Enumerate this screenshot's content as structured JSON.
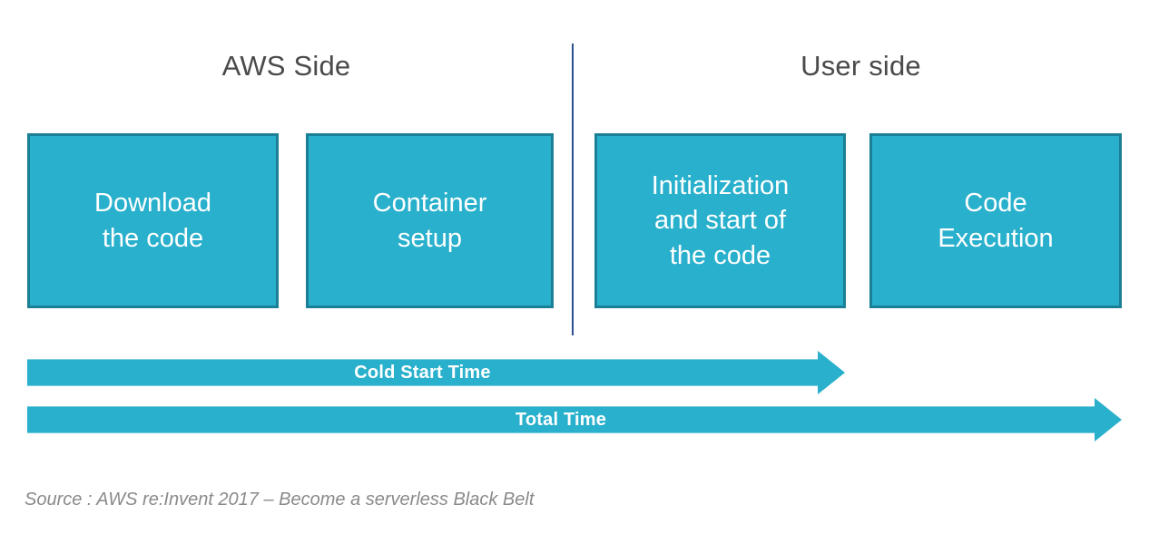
{
  "diagram": {
    "title_left": "AWS Side",
    "title_right": "User side",
    "divider_color": "#2c4f91",
    "box_fill_color": "#29b0cc",
    "box_border_color": "#1b7f95",
    "box_text_color": "#ffffff",
    "arrow_color": "#29b0cc",
    "header_text_color": "#4a4a4a",
    "caption_text_color": "#8a8a8a"
  },
  "stages": [
    {
      "label": "Download\nthe code",
      "side": "AWS Side"
    },
    {
      "label": "Container\nsetup",
      "side": "AWS Side"
    },
    {
      "label": "Initialization\nand start of\nthe code",
      "side": "User side"
    },
    {
      "label": "Code\nExecution",
      "side": "User side"
    }
  ],
  "timings": [
    {
      "label": "Cold Start Time",
      "covers": [
        "Download the code",
        "Container setup",
        "Initialization and start of the code"
      ]
    },
    {
      "label": "Total Time",
      "covers": [
        "Download the code",
        "Container setup",
        "Initialization and start of the code",
        "Code Execution"
      ]
    }
  ],
  "caption": "Source : AWS re:Invent 2017 – Become a serverless Black Belt"
}
